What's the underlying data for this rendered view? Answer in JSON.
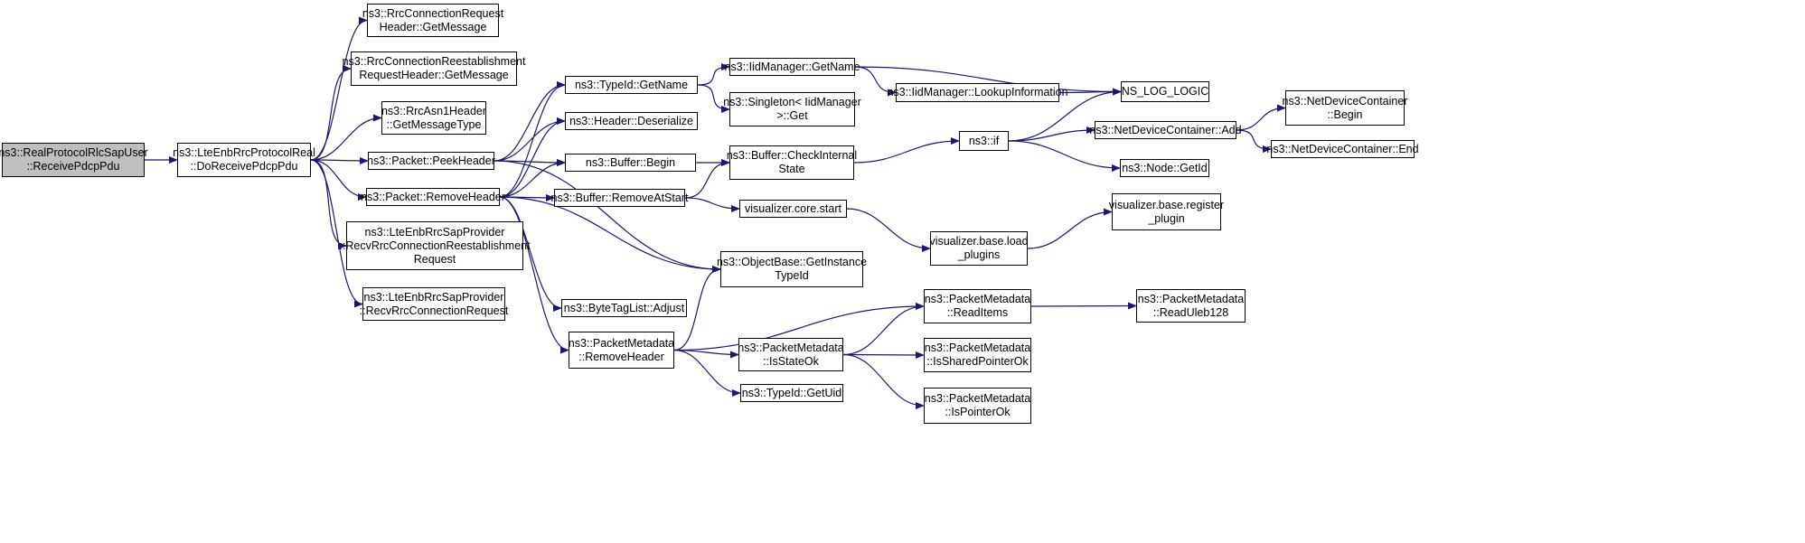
{
  "diagram": {
    "nodes": [
      {
        "id": "n0",
        "lines": [
          "ns3::RealProtocolRlcSapUser",
          "::ReceivePdcpPdu"
        ],
        "root": true
      },
      {
        "id": "n1",
        "lines": [
          "ns3::LteEnbRrcProtocolReal",
          "::DoReceivePdcpPdu"
        ]
      },
      {
        "id": "n2",
        "lines": [
          "ns3::RrcConnectionRequest",
          "Header::GetMessage"
        ]
      },
      {
        "id": "n3",
        "lines": [
          "ns3::RrcConnectionReestablishment",
          "RequestHeader::GetMessage"
        ]
      },
      {
        "id": "n4",
        "lines": [
          "ns3::RrcAsn1Header",
          "::GetMessageType"
        ]
      },
      {
        "id": "n5",
        "lines": [
          "ns3::Packet::PeekHeader"
        ]
      },
      {
        "id": "n6",
        "lines": [
          "ns3::Packet::RemoveHeader"
        ]
      },
      {
        "id": "n7",
        "lines": [
          "ns3::LteEnbRrcSapProvider",
          "::RecvRrcConnectionReestablishment",
          "Request"
        ]
      },
      {
        "id": "n8",
        "lines": [
          "ns3::LteEnbRrcSapProvider",
          "::RecvRrcConnectionRequest"
        ]
      },
      {
        "id": "n9",
        "lines": [
          "ns3::TypeId::GetName"
        ]
      },
      {
        "id": "n10",
        "lines": [
          "ns3::Header::Deserialize"
        ]
      },
      {
        "id": "n11",
        "lines": [
          "ns3::Buffer::Begin"
        ]
      },
      {
        "id": "n12",
        "lines": [
          "ns3::Buffer::RemoveAtStart"
        ]
      },
      {
        "id": "n13",
        "lines": [
          "ns3::ByteTagList::Adjust"
        ]
      },
      {
        "id": "n14",
        "lines": [
          "ns3::PacketMetadata",
          "::RemoveHeader"
        ]
      },
      {
        "id": "n15",
        "lines": [
          "ns3::IidManager::GetName"
        ]
      },
      {
        "id": "n16",
        "lines": [
          "ns3::Singleton< IidManager",
          ">::Get"
        ]
      },
      {
        "id": "n17",
        "lines": [
          "ns3::Buffer::CheckInternal",
          "State"
        ]
      },
      {
        "id": "n18",
        "lines": [
          "visualizer.core.start"
        ]
      },
      {
        "id": "n19",
        "lines": [
          "ns3::ObjectBase::GetInstance",
          "TypeId"
        ]
      },
      {
        "id": "n20",
        "lines": [
          "ns3::PacketMetadata",
          "::IsStateOk"
        ]
      },
      {
        "id": "n21",
        "lines": [
          "ns3::TypeId::GetUid"
        ]
      },
      {
        "id": "n22",
        "lines": [
          "ns3::IidManager::LookupInformation"
        ]
      },
      {
        "id": "n23",
        "lines": [
          "NS_LOG_LOGIC"
        ]
      },
      {
        "id": "n24",
        "lines": [
          "ns3::if"
        ]
      },
      {
        "id": "n25",
        "lines": [
          "visualizer.base.load",
          "_plugins"
        ]
      },
      {
        "id": "n26",
        "lines": [
          "ns3::PacketMetadata",
          "::ReadItems"
        ]
      },
      {
        "id": "n27",
        "lines": [
          "ns3::PacketMetadata",
          "::IsSharedPointerOk"
        ]
      },
      {
        "id": "n28",
        "lines": [
          "ns3::PacketMetadata",
          "::IsPointerOk"
        ]
      },
      {
        "id": "n29",
        "lines": [
          "ns3::NetDeviceContainer::Add"
        ]
      },
      {
        "id": "n30",
        "lines": [
          "ns3::Node::GetId"
        ]
      },
      {
        "id": "n31",
        "lines": [
          "visualizer.base.register",
          "_plugin"
        ]
      },
      {
        "id": "n32",
        "lines": [
          "ns3::PacketMetadata",
          "::ReadUleb128"
        ]
      },
      {
        "id": "n33",
        "lines": [
          "ns3::NetDeviceContainer",
          "::Begin"
        ]
      },
      {
        "id": "n34",
        "lines": [
          "ns3::NetDeviceContainer::End"
        ]
      }
    ],
    "edges": [
      [
        "n0",
        "n1"
      ],
      [
        "n1",
        "n2"
      ],
      [
        "n1",
        "n3"
      ],
      [
        "n1",
        "n4"
      ],
      [
        "n1",
        "n5"
      ],
      [
        "n1",
        "n6"
      ],
      [
        "n1",
        "n7"
      ],
      [
        "n1",
        "n8"
      ],
      [
        "n5",
        "n9"
      ],
      [
        "n5",
        "n10"
      ],
      [
        "n5",
        "n11"
      ],
      [
        "n5",
        "n19"
      ],
      [
        "n6",
        "n9"
      ],
      [
        "n6",
        "n10"
      ],
      [
        "n6",
        "n11"
      ],
      [
        "n6",
        "n12"
      ],
      [
        "n6",
        "n13"
      ],
      [
        "n6",
        "n14"
      ],
      [
        "n6",
        "n19"
      ],
      [
        "n9",
        "n15"
      ],
      [
        "n9",
        "n16"
      ],
      [
        "n15",
        "n22"
      ],
      [
        "n15",
        "n23"
      ],
      [
        "n22",
        "n23"
      ],
      [
        "n11",
        "n17"
      ],
      [
        "n12",
        "n17"
      ],
      [
        "n12",
        "n18"
      ],
      [
        "n17",
        "n24"
      ],
      [
        "n24",
        "n23"
      ],
      [
        "n24",
        "n29"
      ],
      [
        "n24",
        "n30"
      ],
      [
        "n29",
        "n33"
      ],
      [
        "n29",
        "n34"
      ],
      [
        "n18",
        "n25"
      ],
      [
        "n25",
        "n31"
      ],
      [
        "n14",
        "n19"
      ],
      [
        "n14",
        "n26"
      ],
      [
        "n14",
        "n20"
      ],
      [
        "n14",
        "n21"
      ],
      [
        "n20",
        "n26"
      ],
      [
        "n20",
        "n27"
      ],
      [
        "n20",
        "n28"
      ],
      [
        "n26",
        "n32"
      ]
    ],
    "colors": {
      "edge": "#191970",
      "root_fill": "#bfbfbf",
      "node_fill": "#ffffff",
      "border": "#000000"
    }
  }
}
